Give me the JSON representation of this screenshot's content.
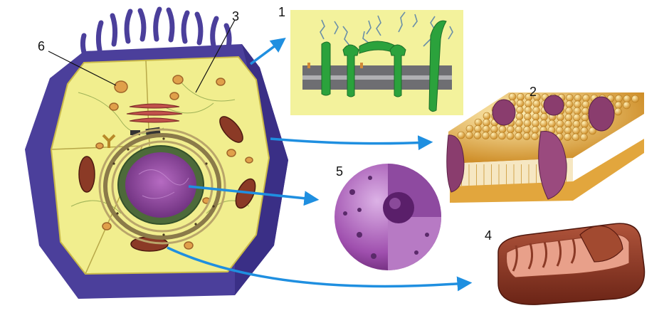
{
  "labels": {
    "l1": "1",
    "l2": "2",
    "l3": "3",
    "l4": "4",
    "l5": "5",
    "l6": "6"
  },
  "colors": {
    "cell_outer": "#4b3f9b",
    "cytoplasm": "#f1ee8e",
    "nucleus": "#8a3f9a",
    "arrow": "#1f8fe0",
    "membrane_panel": "#f3f29c",
    "bilayer_head": "#e8b24e",
    "protein": "#8a3d6e",
    "mitochondrion": "#8b3a26"
  }
}
